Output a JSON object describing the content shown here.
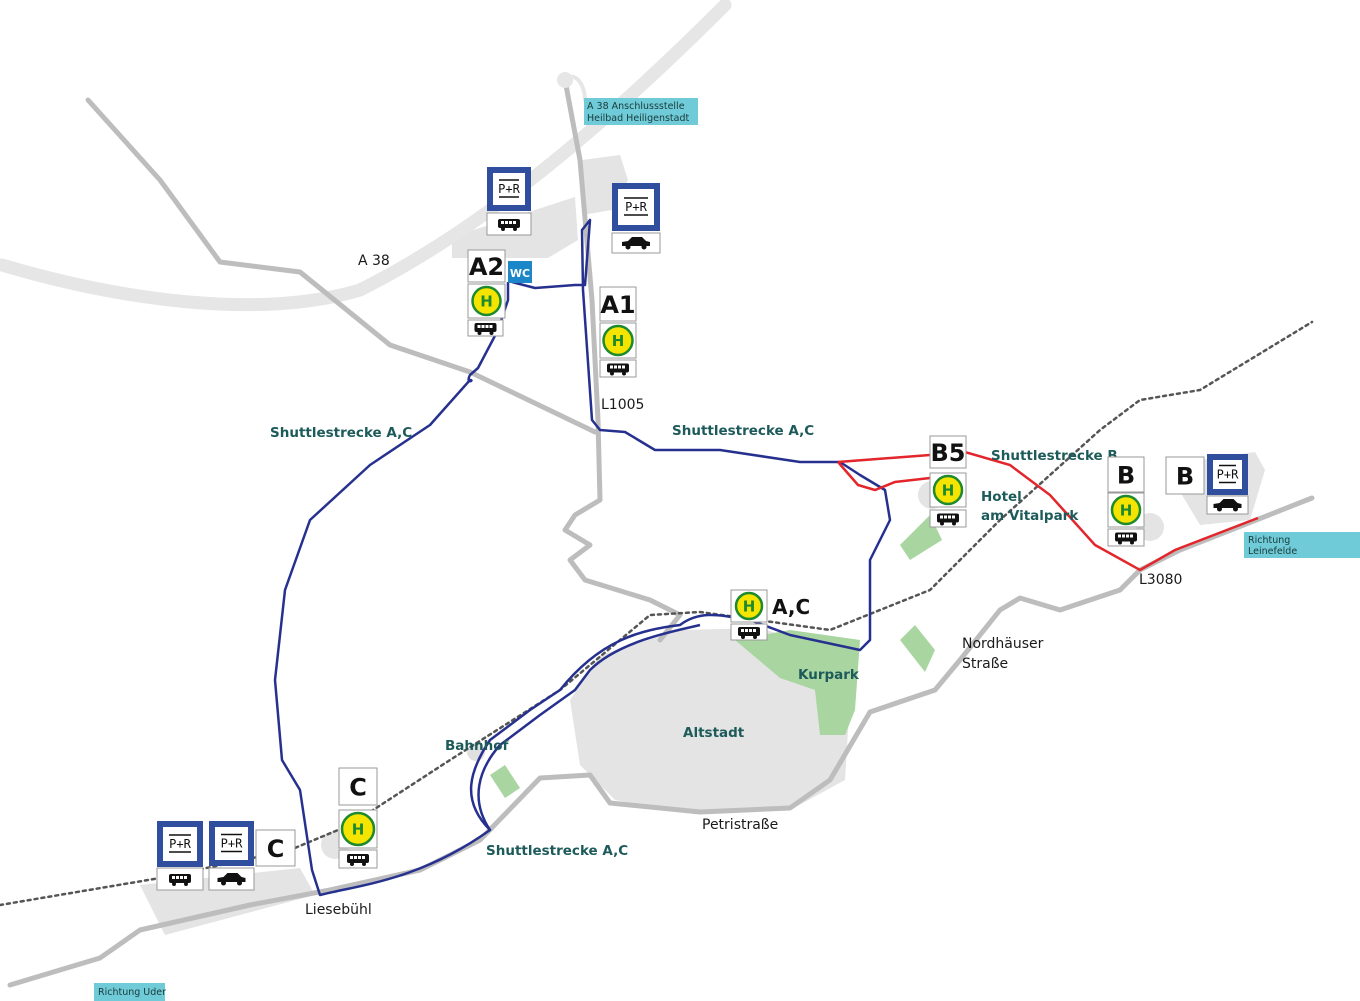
{
  "colors": {
    "route_ac": "#26318f",
    "route_b": "#e2262b",
    "road": "#bdbdbd",
    "motorway": "#e6e6e6",
    "area": "#e4e4e4",
    "park": "#a8d5a0",
    "parkride_blue": "#2f4f9e",
    "info_cyan": "#6fcbd8",
    "wc_blue": "#1b86c8"
  },
  "labels": {
    "a38": "A 38",
    "l1005": "L1005",
    "l3080": "L3080",
    "nordhaeuser_1": "Nordhäuser",
    "nordhaeuser_2": "Straße",
    "petristrasse": "Petristraße",
    "liesebuehl": "Liesebühl",
    "bahnhof": "Bahnhof",
    "altstadt": "Altstadt",
    "kurpark": "Kurpark",
    "hotel_1": "Hotel",
    "hotel_2": "am Vitalpark",
    "shuttle_ac_1": "Shuttlestrecke A,C",
    "shuttle_ac_2": "Shuttlestrecke A,C",
    "shuttle_ac_3": "Shuttlestrecke A,C",
    "shuttle_b": "Shuttlestrecke B"
  },
  "info_boxes": {
    "anschluss_1": "A 38 Anschlussstelle",
    "anschluss_2": "Heilbad Heiligenstadt",
    "leinefelde_1": "Richtung",
    "leinefelde_2": "Leinefelde",
    "uder": "Richtung Uder"
  },
  "stops": {
    "a2": "A2",
    "a1": "A1",
    "b5": "B5",
    "b": "B",
    "b_parking": "B",
    "ac": "A,C",
    "c": "C",
    "c_parking": "C",
    "h": "H",
    "pr": "P+R",
    "wc": "WC"
  },
  "icons": [
    "bus-icon",
    "car-icon",
    "park-and-ride-icon",
    "bus-stop-h-icon",
    "wc-icon"
  ]
}
